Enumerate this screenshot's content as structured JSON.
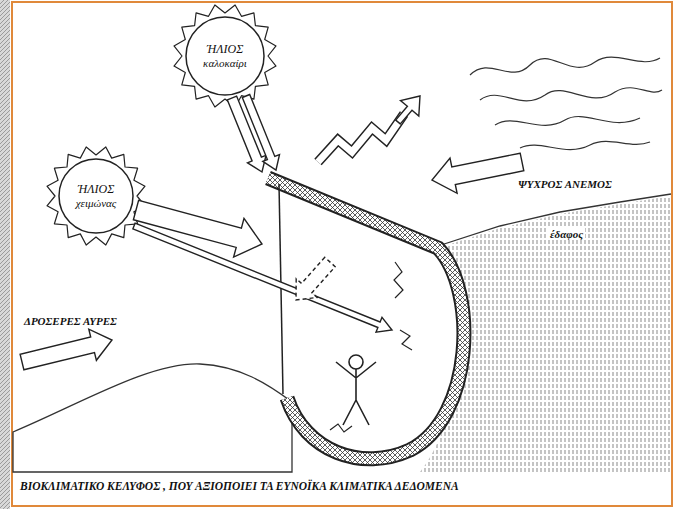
{
  "diagram": {
    "caption": "ΒΙΟΚΛΙΜΑΤΙΚΟ ΚΕΛΥΦΟΣ , ΠΟΥ ΑΞΙΟΠΟΙΕΙ ΤΑ ΕΥΝΟΪΚΑ ΚΛΙΜΑΤΙΚΑ ΔΕΔΟΜΕΝΑ",
    "nodes": [
      {
        "text": [
          "ΉΛΙΟΣ",
          "καλοκαίρι"
        ]
      },
      {
        "text": [
          "ΉΛΙΟΣ",
          "χειμώνας"
        ]
      }
    ],
    "labels": [
      "ΨΥΧΡΟΣ ΑΝΕΜΟΣ",
      "έδαφος",
      "ΔΡΟΣΕΡΕΣ ΑΥΡΕΣ"
    ]
  }
}
